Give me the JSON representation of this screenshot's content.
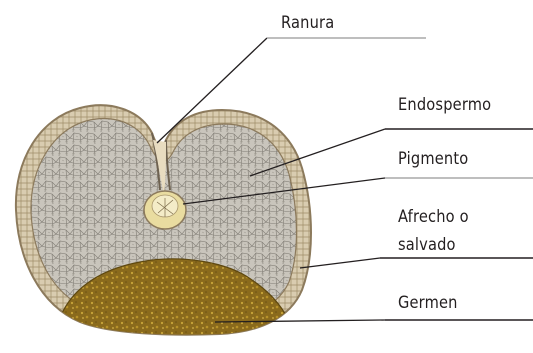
{
  "diagram": {
    "labels": {
      "ranura": "Ranura",
      "endospermo": "Endospermo",
      "pigmento": "Pigmento",
      "afrecho_line1": "Afrecho o",
      "afrecho_line2": "salvado",
      "germen": "Germen"
    },
    "colors": {
      "background": "#ffffff",
      "text": "#231f20",
      "leader_line": "#231f20",
      "underline": "#a8a8a8",
      "bran_outer": "#8c7a5c",
      "bran_fill": "#d9ccb0",
      "endosperm_fill": "#c9c5bc",
      "endosperm_cells": "#7f7b73",
      "pigment_fill": "#e9dca0",
      "germ_fill": "#8a6a1c",
      "germ_speckle": "#c9a53a"
    }
  }
}
